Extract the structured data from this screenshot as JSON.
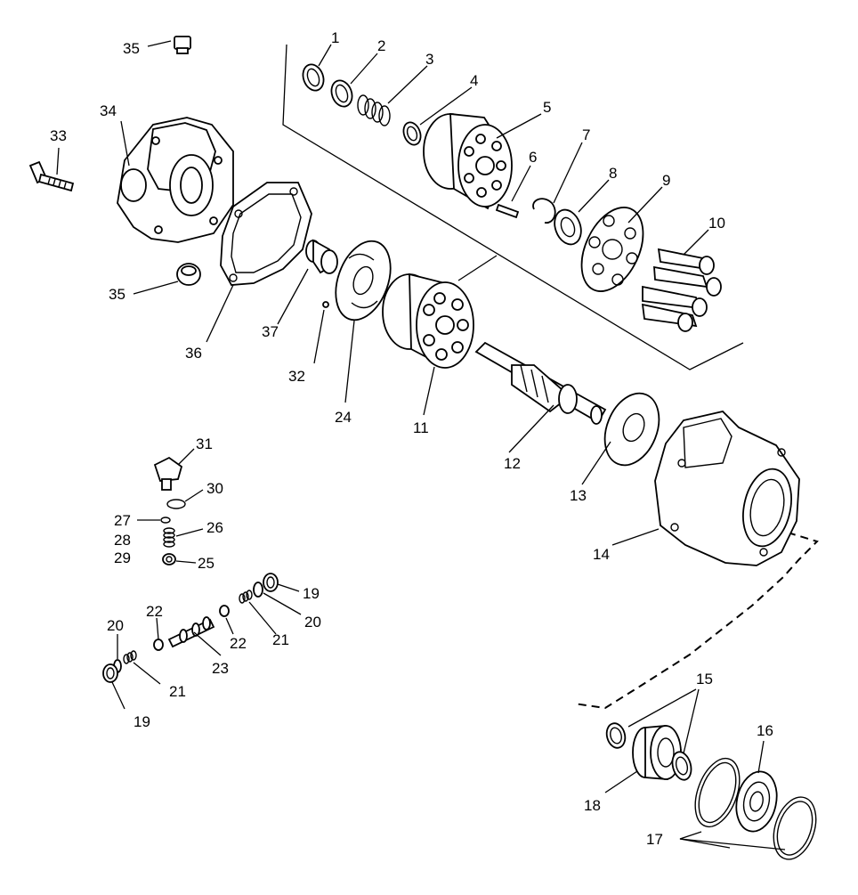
{
  "diagram": {
    "callouts": {
      "c1": "1",
      "c2": "2",
      "c3": "3",
      "c4": "4",
      "c5": "5",
      "c6": "6",
      "c7": "7",
      "c8": "8",
      "c9": "9",
      "c10": "10",
      "c11": "11",
      "c12": "12",
      "c13": "13",
      "c14": "14",
      "c15": "15",
      "c16": "16",
      "c17": "17",
      "c18": "18",
      "c19a": "19",
      "c19b": "19",
      "c20a": "20",
      "c20b": "20",
      "c21a": "21",
      "c21b": "21",
      "c22a": "22",
      "c22b": "22",
      "c23": "23",
      "c24": "24",
      "c25": "25",
      "c26": "26",
      "c27": "27",
      "c28": "28",
      "c29": "29",
      "c30": "30",
      "c31": "31",
      "c32": "32",
      "c33": "33",
      "c34": "34",
      "c35a": "35",
      "c35b": "35",
      "c36": "36",
      "c37": "37"
    }
  }
}
